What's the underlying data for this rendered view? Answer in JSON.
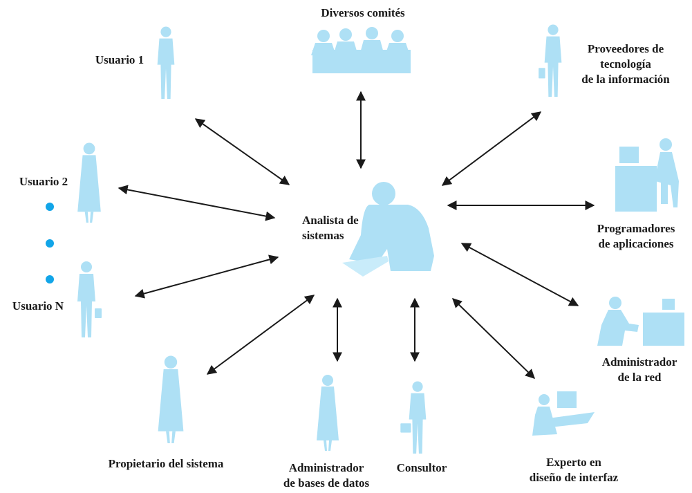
{
  "colors": {
    "figure": "#aee0f5",
    "arrow": "#1a1a1a",
    "dot": "#12a5e8",
    "text": "#1a1a1a"
  },
  "center": {
    "label": "Analista de\nsistemas"
  },
  "nodes": {
    "user1": {
      "label": "Usuario 1",
      "icon": "person-standing-icon"
    },
    "user2": {
      "label": "Usuario 2",
      "icon": "person-woman-icon"
    },
    "userN": {
      "label": "Usuario N",
      "icon": "person-briefcase-icon"
    },
    "committees": {
      "label": "Diversos comités",
      "icon": "group-people-icon"
    },
    "it_vendors": {
      "label": "Proveedores de\ntecnología\nde la información",
      "icon": "person-briefcase-icon"
    },
    "app_programmers": {
      "label": "Programadores\nde aplicaciones",
      "icon": "person-at-computer-icon"
    },
    "network_admin": {
      "label": "Administrador\nde la red",
      "icon": "person-at-computer-icon"
    },
    "interface_expert": {
      "label": "Experto en\ndiseño de interfaz",
      "icon": "person-at-computer-icon"
    },
    "consultant": {
      "label": "Consultor",
      "icon": "person-briefcase-icon"
    },
    "db_admin": {
      "label": "Administrador\nde bases de datos",
      "icon": "person-woman-icon"
    },
    "system_owner": {
      "label": "Propietario del sistema",
      "icon": "person-woman-icon"
    }
  }
}
